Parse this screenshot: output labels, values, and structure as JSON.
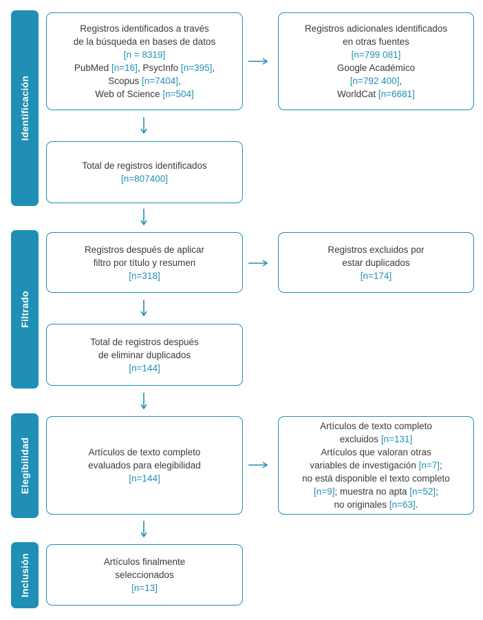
{
  "phases": {
    "identificacion": "Identificación",
    "filtrado": "Filtrado",
    "elegibilidad": "Elegibilidad",
    "inclusion": "Inclusión"
  },
  "boxes": {
    "db_search": {
      "lines": [
        {
          "t": "Registros identificados a través"
        },
        {
          "t": "de la búsqueda en bases de datos"
        },
        {
          "n": "[n = 8319]"
        },
        {
          "t": "PubMed ",
          "n": "[n=16]",
          "t2": ", PsycInfo ",
          "n2": "[n=395]",
          "t3": ","
        },
        {
          "t": "Scopus ",
          "n": "[n=7404]",
          "t2": ","
        },
        {
          "t": "Web of Science ",
          "n": "[n=504]"
        }
      ]
    },
    "other_sources": {
      "lines": [
        {
          "t": "Registros adicionales identificados"
        },
        {
          "t": "en otras fuentes"
        },
        {
          "n": "[n=799 081]"
        },
        {
          "t": "Google Académico"
        },
        {
          "n": "[n=792 400]",
          "t2": ","
        },
        {
          "t": "WorldCat ",
          "n": "[n=6681]"
        }
      ]
    },
    "total_identified": {
      "lines": [
        {
          "t": "Total de registros identificados"
        },
        {
          "n": "[n=807400]"
        }
      ]
    },
    "after_filter": {
      "lines": [
        {
          "t": "Registros después de aplicar"
        },
        {
          "t": "filtro por título y resumen"
        },
        {
          "n": "[n=318]"
        }
      ]
    },
    "duplicates_excluded": {
      "lines": [
        {
          "t": "Registros excluidos por"
        },
        {
          "t": "estar duplicados"
        },
        {
          "n": "[n=174]"
        }
      ]
    },
    "after_duplicates": {
      "lines": [
        {
          "t": "Total de registros después"
        },
        {
          "t": "de eliminar duplicados"
        },
        {
          "n": "[n=144]"
        }
      ]
    },
    "fulltext_assessed": {
      "lines": [
        {
          "t": "Artículos de texto completo"
        },
        {
          "t": "evaluados para elegibilidad"
        },
        {
          "n": "[n=144]"
        }
      ]
    },
    "fulltext_excluded": {
      "lines": [
        {
          "t": "Artículos de texto completo"
        },
        {
          "t": "excluidos ",
          "n": "[n=131]"
        },
        {
          "t": "Artículos que valoran otras"
        },
        {
          "t": "variables de investigación ",
          "n": "[n=7]",
          "t2": ";"
        },
        {
          "t": "no está disponible el texto completo"
        },
        {
          "n": "[n=9]",
          "t2": "; muestra no apta ",
          "n2": "[n=52]",
          "t3": ";"
        },
        {
          "t": "no originales ",
          "n": "[n=63]",
          "t2": "."
        }
      ]
    },
    "included": {
      "lines": [
        {
          "t": "Artículos finalmente"
        },
        {
          "t": "seleccionados"
        },
        {
          "n": "[n=13]"
        }
      ]
    }
  },
  "colors": {
    "accent": "#1f8fb5",
    "text": "#3a3a3a"
  }
}
